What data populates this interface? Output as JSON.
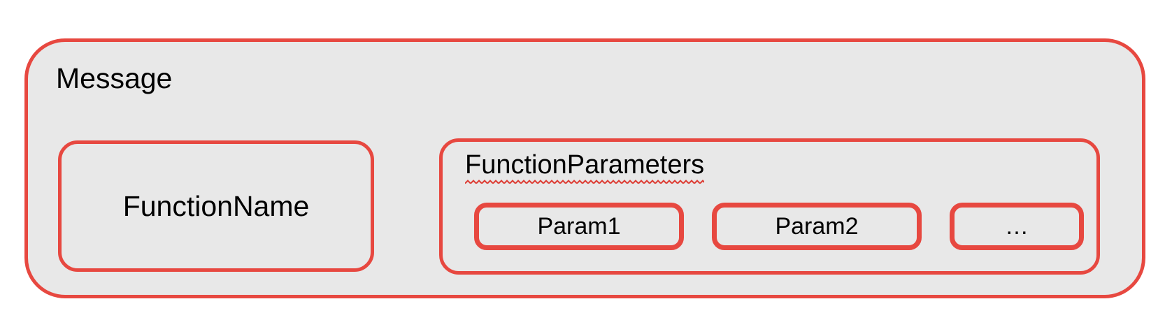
{
  "colors": {
    "box_border_red": "#e74840",
    "squiggle_red": "#dd3b32",
    "container_fill": "#e8e8e8",
    "text": "#000000",
    "page_background": "#ffffff"
  },
  "message": {
    "label": "Message",
    "function_name": {
      "label": "FunctionName"
    },
    "function_parameters": {
      "label": "FunctionParameters",
      "params": [
        {
          "label": "Param1"
        },
        {
          "label": "Param2"
        },
        {
          "label": "…"
        }
      ]
    }
  }
}
